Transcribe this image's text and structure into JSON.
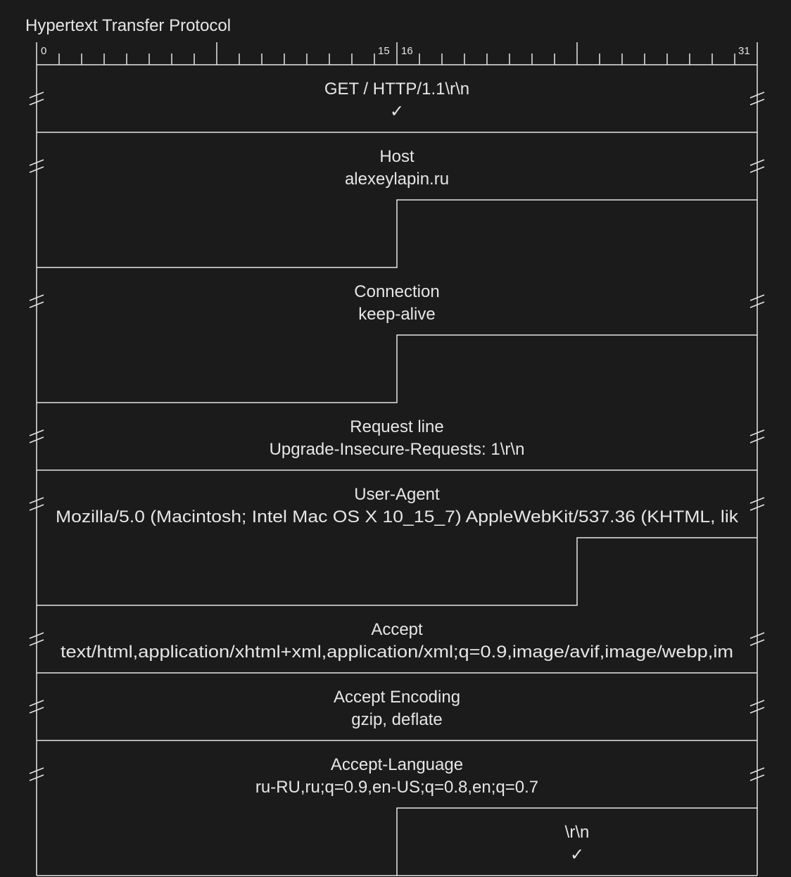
{
  "diagram": {
    "title": "Hypertext Transfer Protocol",
    "bit_labels": [
      "0",
      "15",
      "16",
      "31"
    ],
    "fields": {
      "request_line": {
        "name": "GET / HTTP/1.1\\r\\n",
        "value": "✓"
      },
      "host": {
        "name": "Host",
        "value": "alexeylapin.ru"
      },
      "connection": {
        "name": "Connection",
        "value": "keep-alive"
      },
      "upgrade_insecure_requests": {
        "name": "Request line",
        "value": "Upgrade-Insecure-Requests: 1\\r\\n"
      },
      "user_agent": {
        "name": "User-Agent",
        "value": "Mozilla/5.0 (Macintosh; Intel Mac OS X 10_15_7) AppleWebKit/537.36 (KHTML, lik"
      },
      "accept": {
        "name": "Accept",
        "value": "text/html,application/xhtml+xml,application/xml;q=0.9,image/avif,image/webp,im"
      },
      "accept_encoding": {
        "name": "Accept Encoding",
        "value": "gzip, deflate"
      },
      "accept_language": {
        "name": "Accept-Language",
        "value": "ru-RU,ru;q=0.9,en-US;q=0.8,en;q=0.7"
      },
      "terminator": {
        "name": "\\r\\n",
        "value": "✓"
      }
    }
  }
}
